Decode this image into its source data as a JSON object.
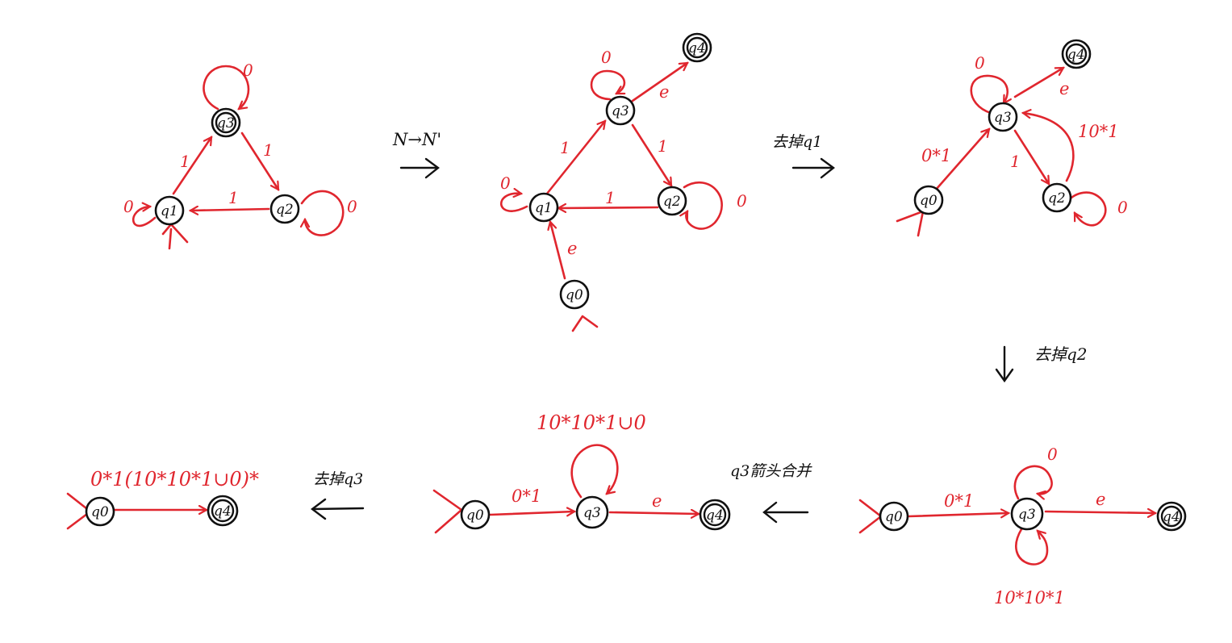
{
  "colors": {
    "ink": "#111111",
    "accent": "#e0262e"
  },
  "states": {
    "q0": "q0",
    "q1": "q1",
    "q2": "q2",
    "q3": "q3",
    "q4": "q4"
  },
  "symbols": {
    "zero": "0",
    "one": "1",
    "epsilon": "e"
  },
  "steps": {
    "s1": "N→N'",
    "s2": "去掉q1",
    "s3": "去掉q2",
    "s4": "q3箭头合并",
    "s5": "去掉q3"
  },
  "regex": {
    "r_0star1": "0*1",
    "r_10star1": "10*1",
    "r_10star10star1": "10*10*1",
    "r_merged": "10*10*1∪0",
    "r_final": "0*1(10*10*1∪0)*"
  }
}
